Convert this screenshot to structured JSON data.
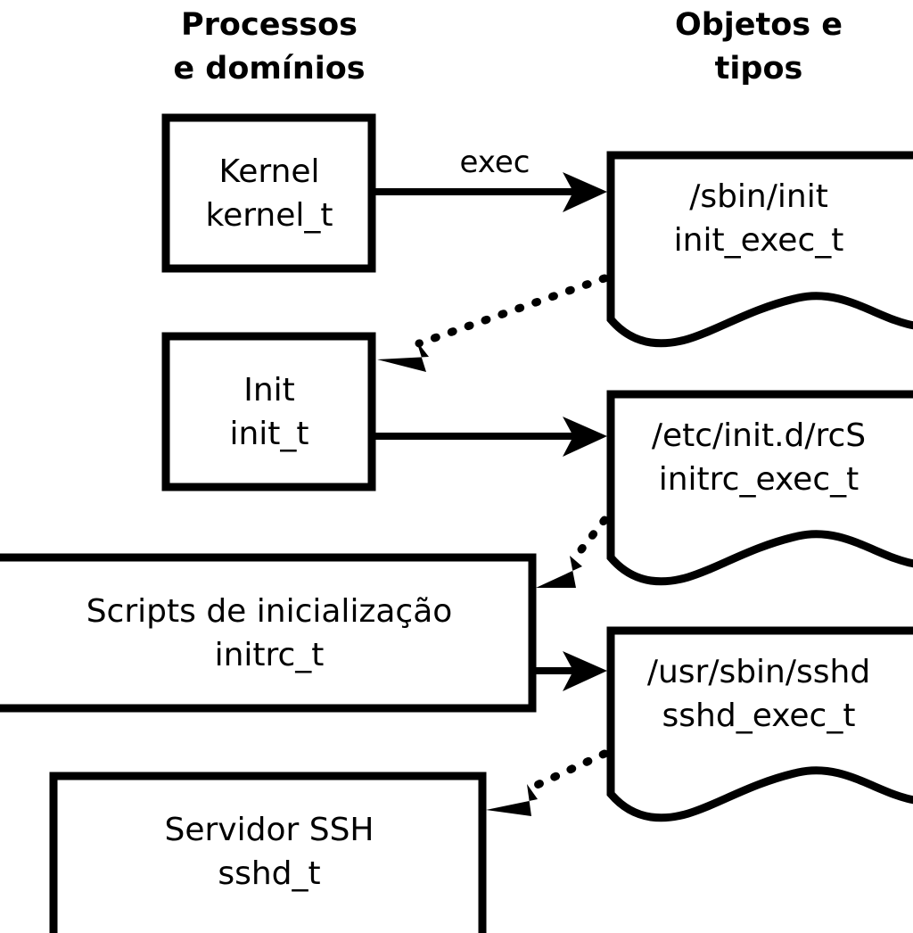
{
  "diagram": {
    "title_columns": {
      "processes": {
        "line1": "Processos",
        "line2": "e domínios"
      },
      "objects": {
        "line1": "Objetos e",
        "line2": "tipos"
      }
    },
    "nodes": {
      "kernel": {
        "line1": "Kernel",
        "line2": "kernel_t"
      },
      "init": {
        "line1": "Init",
        "line2": "init_t"
      },
      "initrc": {
        "line1": "Scripts de inicialização",
        "line2": "initrc_t"
      },
      "sshd": {
        "line1": "Servidor SSH",
        "line2": "sshd_t"
      },
      "init_exec": {
        "line1": "/sbin/init",
        "line2": "init_exec_t"
      },
      "initrc_exec": {
        "line1": "/etc/init.d/rcS",
        "line2": "initrc_exec_t"
      },
      "sshd_exec": {
        "line1": "/usr/sbin/sshd",
        "line2": "sshd_exec_t"
      }
    },
    "edges": {
      "kernel_to_init_exec": {
        "label": "exec",
        "style": "solid"
      },
      "init_exec_to_init": {
        "label": "",
        "style": "dotted"
      },
      "init_to_initrc_exec": {
        "label": "",
        "style": "solid"
      },
      "initrc_exec_to_initrc": {
        "label": "",
        "style": "dotted"
      },
      "initrc_to_sshd_exec": {
        "label": "",
        "style": "solid"
      },
      "sshd_exec_to_sshd": {
        "label": "",
        "style": "dotted"
      }
    },
    "colors": {
      "stroke": "#000000",
      "fill": "#ffffff",
      "background": "#ffffff"
    }
  }
}
